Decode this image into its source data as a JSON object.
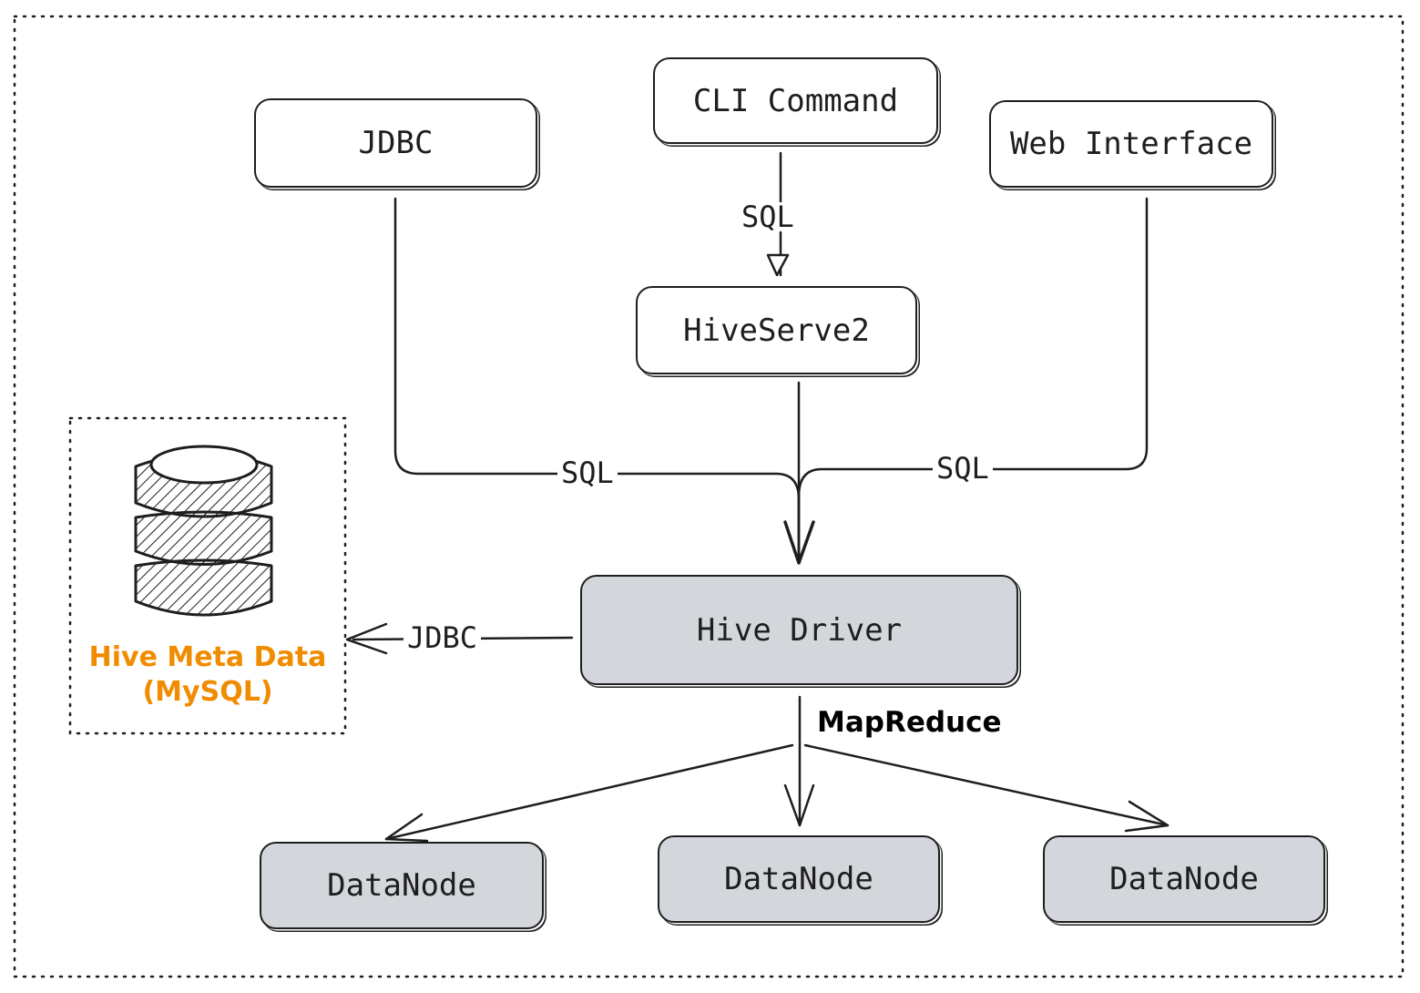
{
  "nodes": {
    "cli": "CLI Command",
    "jdbc": "JDBC",
    "web": "Web Interface",
    "hiveserver": "HiveServe2",
    "driver": "Hive Driver",
    "datanodes": [
      "DataNode",
      "DataNode",
      "DataNode"
    ]
  },
  "edges": {
    "cli_to_hiveserver": "SQL",
    "jdbc_to_driver": "SQL",
    "web_to_driver": "SQL",
    "driver_to_metadata": "JDBC",
    "driver_to_datanodes": "MapReduce"
  },
  "metadata": {
    "line1": "Hive Meta Data",
    "line2": "(MySQL)",
    "icon": "database-icon"
  },
  "colors": {
    "stroke": "#1e1e1e",
    "node_fill_gray": "#d3d6db",
    "meta_label": "#f08c00"
  }
}
